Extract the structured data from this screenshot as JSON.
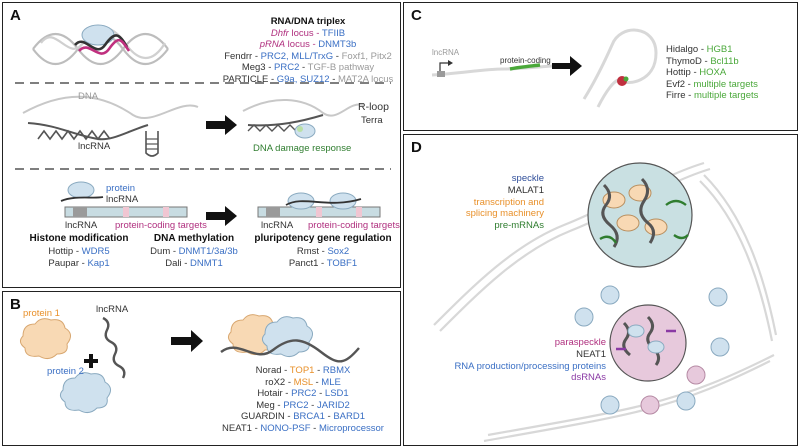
{
  "panels": {
    "A": {
      "label": "A",
      "triplex": {
        "title": "RNA/DNA triplex",
        "rows": [
          [
            {
              "t": "Dhfr",
              "cls": "magenta it"
            },
            {
              "t": " locus - ",
              "cls": "magenta"
            },
            {
              "t": "TFIIB",
              "cls": "blue"
            }
          ],
          [
            {
              "t": "pRNA",
              "cls": "magenta it"
            },
            {
              "t": " locus - ",
              "cls": "magenta"
            },
            {
              "t": "DNMT3b",
              "cls": "blue"
            }
          ],
          [
            {
              "t": "Fendrr - ",
              "cls": "dark"
            },
            {
              "t": "PRC2, MLL/TrxG",
              "cls": "blue"
            },
            {
              "t": " - ",
              "cls": "dark"
            },
            {
              "t": "Foxf1, Pitx2",
              "cls": "gray"
            }
          ],
          [
            {
              "t": "Meg3 - ",
              "cls": "dark"
            },
            {
              "t": "PRC2",
              "cls": "blue"
            },
            {
              "t": " - ",
              "cls": "dark"
            },
            {
              "t": "TGF-B pathway",
              "cls": "gray"
            }
          ],
          [
            {
              "t": "PARTICLE - ",
              "cls": "dark"
            },
            {
              "t": "G9a, SUZ12",
              "cls": "blue"
            },
            {
              "t": " - ",
              "cls": "dark"
            },
            {
              "t": "MAT2A locus",
              "cls": "gray"
            }
          ]
        ]
      },
      "rloop": {
        "dna": "DNA",
        "lncrna": "lncRNA",
        "title": "R-loop",
        "example": "Terra",
        "damage": "DNA damage response"
      },
      "lower": {
        "protein": "protein",
        "lncrna": "lncRNA",
        "lncrna_left": "lncRNA",
        "targets_left": "protein-coding targets",
        "lncrna_right": "lncRNA",
        "targets_right": "protein-coding targets",
        "histone": {
          "title": "Histone modification",
          "rows": [
            [
              "Hottip - ",
              "WDR5"
            ],
            [
              "Paupar - ",
              "Kap1"
            ]
          ]
        },
        "methyl": {
          "title": "DNA methylation",
          "rows": [
            [
              "Dum - ",
              "DNMT1/3a/3b"
            ],
            [
              "Dali - ",
              "DNMT1"
            ]
          ]
        },
        "pluri": {
          "title": "pluripotency gene regulation",
          "rows": [
            [
              "Rmst - ",
              "Sox2"
            ],
            [
              "Panct1 - ",
              "TOBF1"
            ]
          ]
        }
      }
    },
    "B": {
      "label": "B",
      "lncrna": "lncRNA",
      "protein1": "protein 1",
      "protein2": "protein 2",
      "rows": [
        [
          {
            "t": "Norad - ",
            "cls": "dark"
          },
          {
            "t": "TOP1",
            "cls": "orange"
          },
          {
            "t": " - ",
            "cls": "dark"
          },
          {
            "t": "RBMX",
            "cls": "blue"
          }
        ],
        [
          {
            "t": "roX2 - ",
            "cls": "dark"
          },
          {
            "t": "MSL",
            "cls": "orange"
          },
          {
            "t": " - ",
            "cls": "dark"
          },
          {
            "t": "MLE",
            "cls": "blue"
          }
        ],
        [
          {
            "t": "Hotair - ",
            "cls": "dark"
          },
          {
            "t": "PRC2",
            "cls": "blue"
          },
          {
            "t": " - ",
            "cls": "dark"
          },
          {
            "t": "LSD1",
            "cls": "blue"
          }
        ],
        [
          {
            "t": "Meg - ",
            "cls": "dark"
          },
          {
            "t": "PRC2",
            "cls": "blue"
          },
          {
            "t": " - ",
            "cls": "dark"
          },
          {
            "t": "JARID2",
            "cls": "blue"
          }
        ],
        [
          {
            "t": "GUARDIN - ",
            "cls": "dark"
          },
          {
            "t": "BRCA1",
            "cls": "blue"
          },
          {
            "t": " - ",
            "cls": "dark"
          },
          {
            "t": "BARD1",
            "cls": "blue"
          }
        ],
        [
          {
            "t": "NEAT1 - ",
            "cls": "dark"
          },
          {
            "t": "NONO-PSF",
            "cls": "blue"
          },
          {
            "t": " - ",
            "cls": "dark"
          },
          {
            "t": "Microprocessor",
            "cls": "blue"
          }
        ]
      ]
    },
    "C": {
      "label": "C",
      "lncrna": "lncRNA",
      "protein_coding": "protein-coding",
      "rows": [
        [
          "Hidalgo - ",
          "HGB1"
        ],
        [
          "ThymoD - ",
          "Bcl11b"
        ],
        [
          "Hottip - ",
          "HOXA"
        ],
        [
          "Evf2 - ",
          "multiple targets"
        ],
        [
          "Firre - ",
          "multiple targets"
        ]
      ]
    },
    "D": {
      "label": "D",
      "speckle_legend": [
        {
          "t": "speckle",
          "cls": "navy"
        },
        {
          "t": "MALAT1",
          "cls": "dark"
        },
        {
          "t": "transcription and",
          "cls": "orange"
        },
        {
          "t": "splicing machinery",
          "cls": "orange"
        },
        {
          "t": "pre-mRNAs",
          "cls": "dgreen"
        }
      ],
      "paraspeckle_legend": [
        {
          "t": "paraspeckle",
          "cls": "magenta"
        },
        {
          "t": "NEAT1",
          "cls": "dark"
        },
        {
          "t": "RNA production/processing proteins",
          "cls": "blue"
        },
        {
          "t": "dsRNAs",
          "cls": "purple"
        }
      ]
    }
  },
  "colors": {
    "blue_protein": "#cfe1ee",
    "speckle": "#c9e0e2",
    "paraspeckle": "#e7c9dc",
    "orange_protein": "#f8d9b4",
    "pink_target": "#f0c6d2",
    "target_bar": "#c8dce2",
    "green_gene": "#4aa83a"
  }
}
